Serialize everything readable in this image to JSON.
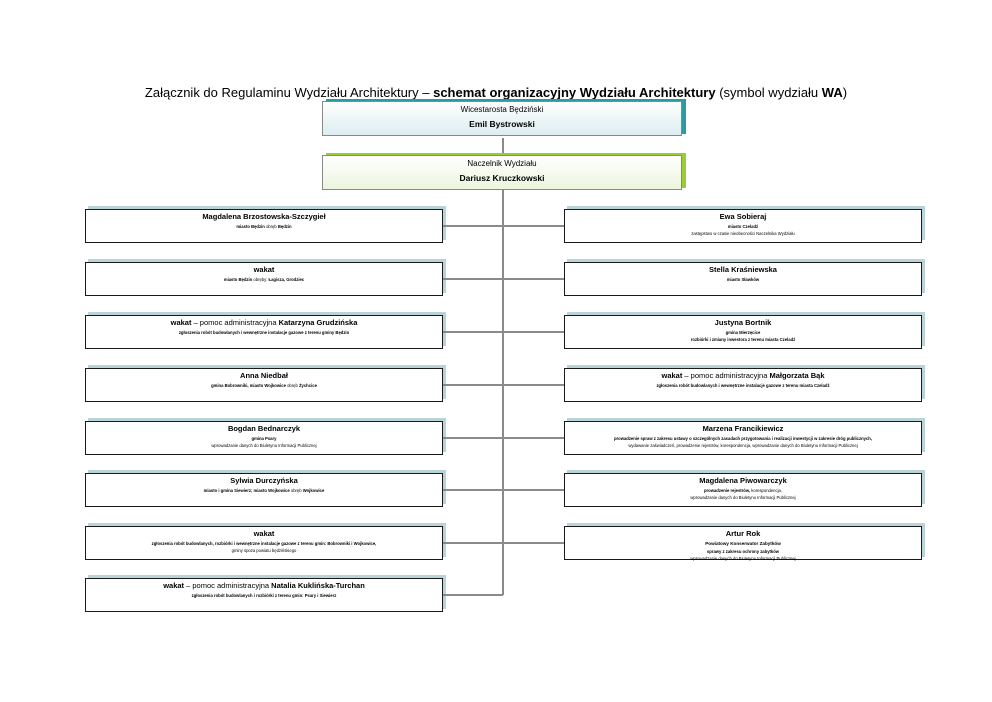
{
  "title": {
    "part1": "Załącznik do Regulaminu Wydziału Architektury – ",
    "part2": "schemat organizacyjny Wydziału Architektury",
    "part3": " (symbol wydziału ",
    "part4": "WA",
    "part5": ")"
  },
  "top": {
    "role": "Wicestarosta Będziński",
    "name": "Emil Bystrowski"
  },
  "head": {
    "role": "Naczelnik Wydziału",
    "name": "Dariusz Kruczkowski"
  },
  "colors": {
    "top_accent": "#2a9aa3",
    "head_accent": "#9acd32",
    "box_shadow": "#b9d4d8",
    "connector": "#8a8a8a"
  },
  "left": [
    {
      "name": "Magdalena Brzostowska-Szczygieł",
      "desc": [
        {
          "t": "miasto Będzin ",
          "b": true
        },
        {
          "t": "obręb ",
          "b": false
        },
        {
          "t": "Będzin",
          "b": true
        }
      ]
    },
    {
      "name": "wakat",
      "desc": [
        {
          "t": "miasto Będzin ",
          "b": true
        },
        {
          "t": "obręby: ",
          "b": false
        },
        {
          "t": "Łagisza, Grodziec",
          "b": true
        }
      ]
    },
    {
      "pre": "wakat",
      "mid": " – pomoc administracyjna ",
      "name": "Katarzyna Grudzińska",
      "desc": [
        {
          "t": "zgłoszenia robót budowlanych i wewnętrzne instalacje gazowe z terenu gminy Będzin",
          "b": true
        }
      ]
    },
    {
      "name": "Anna Niedbał",
      "desc": [
        {
          "t": "gmina Bobrowniki, miasto Wojkowice ",
          "b": true
        },
        {
          "t": "obręb ",
          "b": false
        },
        {
          "t": "Żychcice",
          "b": true
        }
      ]
    },
    {
      "name": "Bogdan Bednarczyk",
      "desc": [
        {
          "t": "gmina Psary",
          "b": true
        }
      ],
      "desc2": "wprowadzanie danych do Biuletynu Informacji Publicznej"
    },
    {
      "name": "Sylwia Durczyńska",
      "desc": [
        {
          "t": "miasto i gmina Siewierz; miasto Wojkowice ",
          "b": true
        },
        {
          "t": "obręb ",
          "b": false
        },
        {
          "t": "Wojkowice",
          "b": true
        }
      ]
    },
    {
      "name": "wakat",
      "desc": [
        {
          "t": "zgłoszenia robót budowlanych, rozbiórki i wewnętrzne instalacje gazowe z terenu gmin: Bobrowniki i Wojkowice,",
          "b": true
        }
      ],
      "desc2": "gminy spoza powiatu będzińskiego"
    },
    {
      "pre": "wakat",
      "mid": " – pomoc administracyjna ",
      "name": "Natalia Kuklińska-Turchan",
      "desc": [
        {
          "t": "zgłoszenia robót budowlanych i rozbiórki z terenu gmin: Psary i Siewierz",
          "b": true
        }
      ]
    }
  ],
  "right": [
    {
      "name": "Ewa Sobieraj",
      "desc": [
        {
          "t": "miasto Czeladź",
          "b": true
        }
      ],
      "desc2": "zastępstwo w czasie nieobecności Naczelnika Wydziału"
    },
    {
      "name": "Stella Kraśniewska",
      "desc": [
        {
          "t": "miasto Sławków",
          "b": true
        }
      ]
    },
    {
      "name": "Justyna Bortnik",
      "desc": [
        {
          "t": "gmina Mierzęcice",
          "b": true
        }
      ],
      "desc2b": "rozbiórki i zmiany inwestora z terenu miasta Czeladź"
    },
    {
      "pre": "wakat",
      "mid": " – pomoc administracyjna ",
      "name": "Małgorzata Bąk",
      "desc": [
        {
          "t": "zgłoszenia robót budowlanych i wewnętrzne instalacje gazowe z terenu miasta Czeladź",
          "b": true
        }
      ]
    },
    {
      "name": "Marzena Francikiewicz",
      "desc": [
        {
          "t": "prowadzenie spraw z zakresu ustawy o szczególnych zasadach przygotowania i realizacji inwestycji w zakresie dróg publicznych,",
          "b": true
        }
      ],
      "desc2": "wydawanie zaświadczeń, prowadzenie rejestrów, korespondencja, wprowadzanie danych do Biuletynu Informacji Publicznej"
    },
    {
      "name": "Magdalena Piwowarczyk",
      "desc": [
        {
          "t": "prowadzenie rejestrów, ",
          "b": true
        },
        {
          "t": "korespondencja,",
          "b": false
        }
      ],
      "desc2": "wprowadzanie danych do Biuletynu Informacji Publicznej"
    },
    {
      "name": "Artur Rok",
      "sub": "Powiatowy Konserwator Zabytków",
      "desc": [
        {
          "t": "sprawy z zakresu ochrony zabytków",
          "b": true
        }
      ],
      "desc2": "wprowadzanie danych do Biuletynu Informacji Publicznej"
    }
  ]
}
